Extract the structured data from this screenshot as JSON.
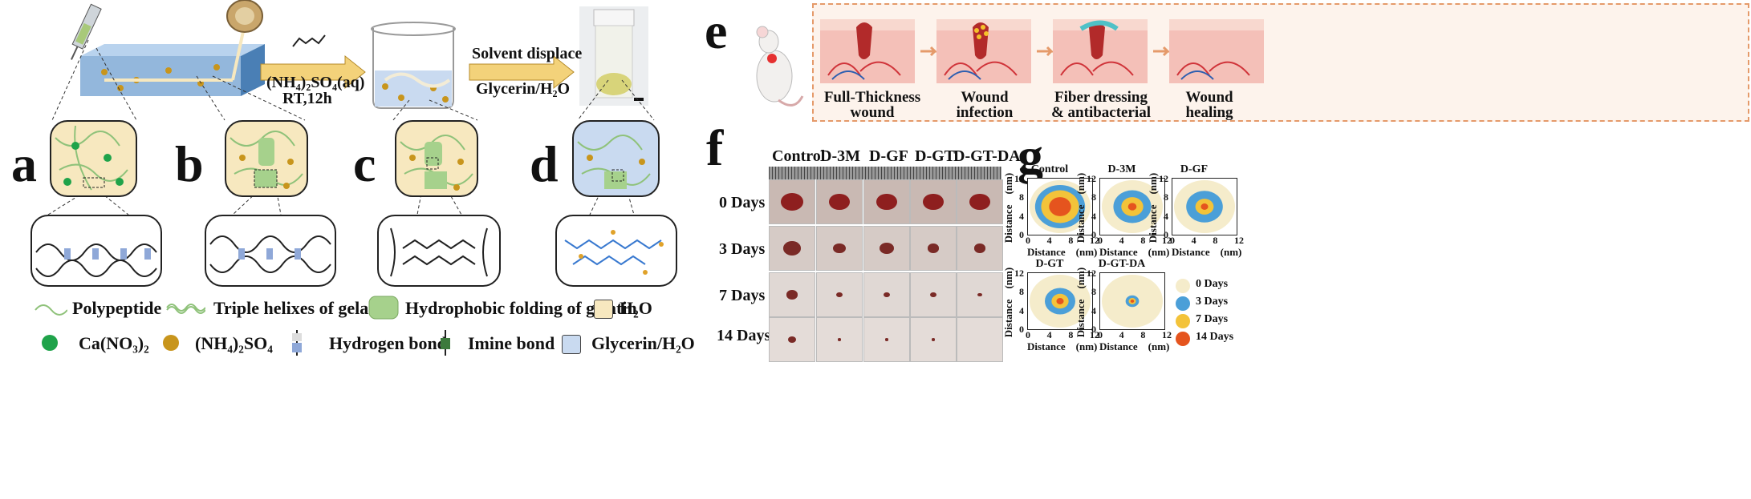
{
  "panels": {
    "a": "a",
    "b": "b",
    "c": "c",
    "d": "d",
    "e": "e",
    "f": "f",
    "g": "g"
  },
  "arrows": {
    "arrow1_line1": "(NH₄)₂SO₄(aq)",
    "arrow1_line2": "RT,12h",
    "arrow2_line1": "Solvent displace",
    "arrow2_line2": "Glycerin/H₂O"
  },
  "legend": {
    "polypeptide": "Polypeptide",
    "triple_helix": "Triple helixes of gelatin",
    "hydrophobic": "Hydrophobic folding of gelatin",
    "h2o": "H₂O",
    "ca": "Ca(NO₃)₂",
    "nh4": "(NH₄)₂SO₄",
    "hbond": "Hydrogen bond",
    "imine": "Imine bond",
    "glycerin": "Glycerin/H₂O"
  },
  "colors": {
    "h2o": "#f7e8bf",
    "glycerin": "#c9daf0",
    "ca": "#1fa34a",
    "nh4": "#c8951c",
    "fiber": "#8fc27a",
    "arrow": "#f3d27a",
    "wound": "#c73a2e",
    "day0": "#f5eccb",
    "day3": "#4b9fd8",
    "day7": "#f3c33a",
    "day14": "#e5541e"
  },
  "steps": [
    {
      "line1": "Full-Thickness",
      "line2": "wound"
    },
    {
      "line1": "Wound",
      "line2": "infection"
    },
    {
      "line1": "Fiber dressing",
      "line2": "& antibacterial"
    },
    {
      "line1": "Wound",
      "line2": "healing"
    }
  ],
  "wound_photos": {
    "columns": [
      "Control",
      "D-3M",
      "D-GF",
      "D-GT",
      "D-GT-DA"
    ],
    "rows": [
      "0 Days",
      "3 Days",
      "7 Days",
      "14 Days"
    ]
  },
  "chart_data": {
    "type": "contour",
    "subplots": [
      "Control",
      "D-3M",
      "D-GF",
      "D-GT",
      "D-GT-DA"
    ],
    "xlabel": "Distance (nm)",
    "ylabel": "Distance (nm)",
    "xticks": [
      "0",
      "4",
      "8",
      "12"
    ],
    "yticks": [
      "12",
      "8",
      "4",
      "0"
    ],
    "xlim": [
      0,
      12
    ],
    "ylim": [
      0,
      12
    ],
    "legend": [
      "0 Days",
      "3 Days",
      "7 Days",
      "14 Days"
    ]
  },
  "g_axis": {
    "x": "Distance　(nm)",
    "y": "Distance　(nm)"
  }
}
